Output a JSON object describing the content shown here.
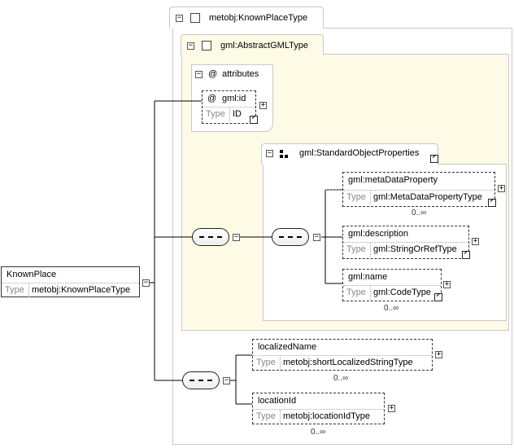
{
  "root_element": {
    "name": "KnownPlace",
    "type_key": "Type",
    "type_value": "metobj:KnownPlaceType"
  },
  "known_place_type": {
    "title": "metobj:KnownPlaceType"
  },
  "abstract_gml_type": {
    "title": "gml:AbstractGMLType"
  },
  "attributes_group": {
    "symbol": "@",
    "title": "attributes"
  },
  "gml_id": {
    "symbol": "@",
    "name": "gml:id",
    "type_key": "Type",
    "type_value": "ID"
  },
  "standard_object_properties": {
    "title": "gml:StandardObjectProperties"
  },
  "meta_data_property": {
    "name": "gml:metaDataProperty",
    "type_key": "Type",
    "type_value": "gml:MetaDataPropertyType",
    "cardinality": "0..∞"
  },
  "description": {
    "name": "gml:description",
    "type_key": "Type",
    "type_value": "gml:StringOrRefType"
  },
  "gml_name": {
    "name": "gml:name",
    "type_key": "Type",
    "type_value": "gml:CodeType",
    "cardinality": "0..∞"
  },
  "localized_name": {
    "name": "localizedName",
    "type_key": "Type",
    "type_value": "metobj:shortLocalizedStringType",
    "cardinality": "0..∞"
  },
  "location_id": {
    "name": "locationId",
    "type_key": "Type",
    "type_value": "metobj:locationIdType",
    "cardinality": "0..∞"
  },
  "colors": {
    "yellow_panel": "#fdfbe6",
    "panel_border": "#c9c9c9"
  }
}
